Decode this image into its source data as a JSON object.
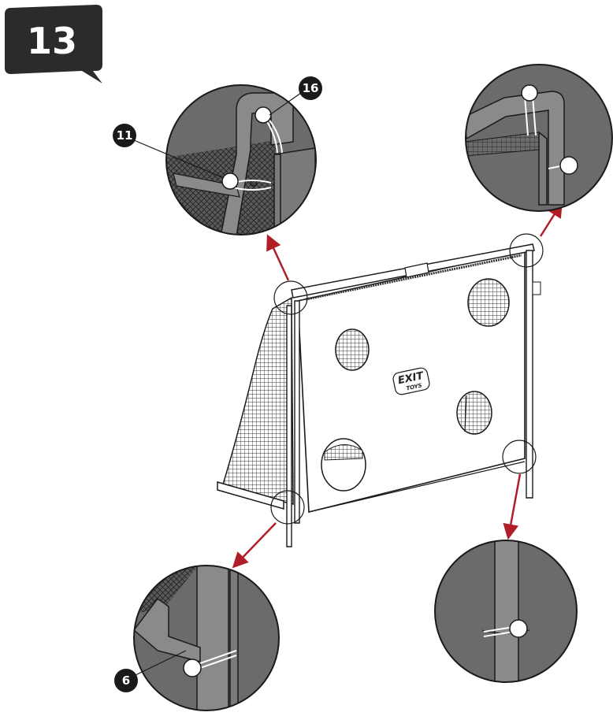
{
  "step": {
    "number": "13"
  },
  "callouts": {
    "part_16": "16",
    "part_11": "11",
    "part_6": "6"
  },
  "logo": {
    "line1": "EXIT",
    "line2": "TOYS"
  },
  "colors": {
    "badge": "#2b2b2b",
    "zoom_bg": "#6b6b6b",
    "arrow": "#b01e2a",
    "outline": "#1a1a1a",
    "board": "#ffffff",
    "net": "#3a3a3a"
  },
  "icons": [
    "speech-bubble-badge",
    "zoom-circle",
    "direction-arrow",
    "ground-peg",
    "tie-strap"
  ]
}
